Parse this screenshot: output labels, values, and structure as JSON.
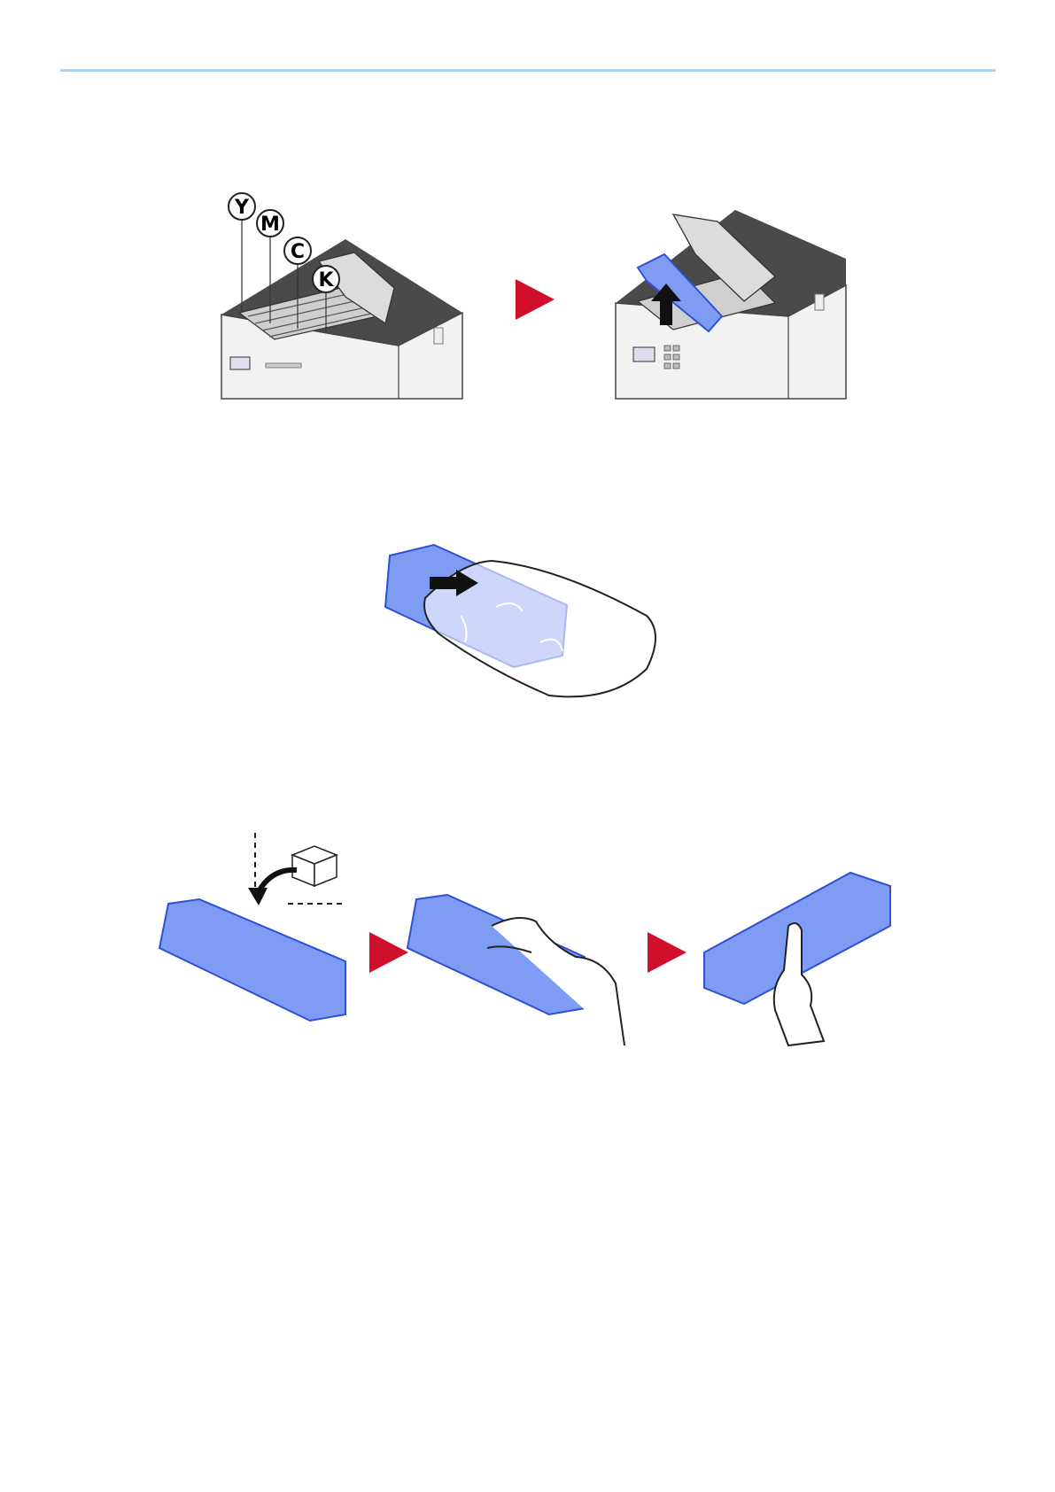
{
  "colors": {
    "rule": "#a9d3ee",
    "cartridge_fill": "#7f9cf5",
    "cartridge_stroke": "#2f4fd6",
    "arrow": "#d0102a",
    "printer_top": "#4a4a4a",
    "printer_body": "#f2f2f2"
  },
  "step1": {
    "toner_labels": [
      "Y",
      "M",
      "C",
      "K"
    ]
  },
  "icons": {
    "step_arrow": "red-triangle-arrow",
    "lift_arrow": "black-up-arrow",
    "pull_arrow": "black-right-arrow",
    "box": "cardboard-box-icon"
  }
}
